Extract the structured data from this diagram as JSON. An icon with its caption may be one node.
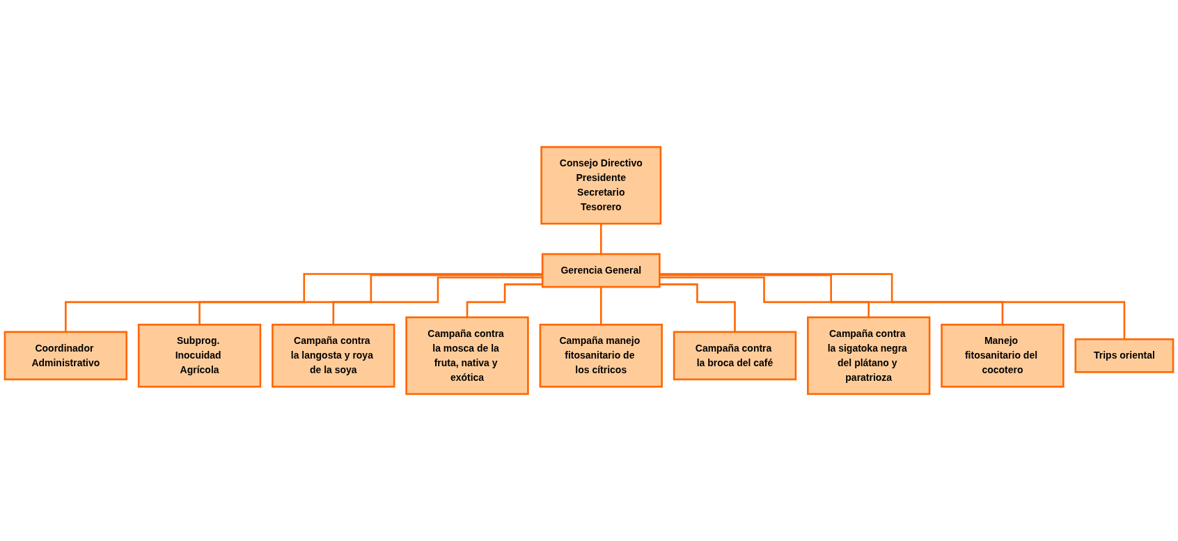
{
  "diagram": {
    "nodes": [
      {
        "text": [
          "Consejo Directivo",
          "Presidente",
          "Secretario",
          "Tesorero"
        ]
      },
      {
        "text": [
          "Gerencia General"
        ]
      },
      {
        "text": [
          "Coordinador Administrativo"
        ]
      },
      {
        "text": [
          "Subprog. Inocuidad Agrícola"
        ]
      },
      {
        "text": [
          "Campaña contra la langosta y roya de la soya"
        ]
      },
      {
        "text": [
          "Campaña contra la mosca de la fruta, nativa y exótica"
        ]
      },
      {
        "text": [
          "Campaña manejo fitosanitario de los cítricos"
        ]
      },
      {
        "text": [
          "Campaña contra la broca del café"
        ]
      },
      {
        "text": [
          "Campaña contra la sigatoka negra del plátano y paratrioza"
        ]
      },
      {
        "text": [
          "Manejo fitosanitario del cocotero"
        ]
      },
      {
        "text": [
          "Trips oriental"
        ]
      }
    ],
    "edges": [
      {
        "from": 0,
        "to": 1,
        "arrow": "none"
      },
      {
        "from": 1,
        "to": 2,
        "arrow": "none"
      },
      {
        "from": 1,
        "to": 3,
        "arrow": "none"
      },
      {
        "from": 1,
        "to": 4,
        "arrow": "none"
      },
      {
        "from": 1,
        "to": 5,
        "arrow": "none"
      },
      {
        "from": 1,
        "to": 6,
        "arrow": "none"
      },
      {
        "from": 1,
        "to": 7,
        "arrow": "none"
      },
      {
        "from": 1,
        "to": 8,
        "arrow": "none"
      },
      {
        "from": 1,
        "to": 9,
        "arrow": "none"
      },
      {
        "from": 1,
        "to": 10,
        "arrow": "none"
      }
    ]
  }
}
